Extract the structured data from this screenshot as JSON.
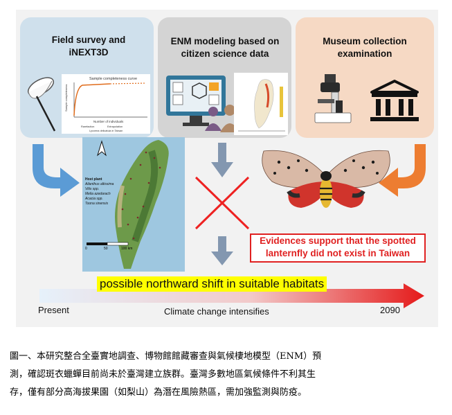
{
  "boxes": {
    "field": {
      "title": "Field survey and iNEXT3D"
    },
    "enm": {
      "title": "ENM modeling based on citizen science data"
    },
    "museum": {
      "title": "Museum collection examination"
    }
  },
  "curve_plot": {
    "title": "Sample completeness curve",
    "xlabel": "Number of individuals",
    "ylabel": "Sample completeness",
    "legend": [
      "Rarefaction",
      "Extrapolation",
      "Lycorma delicatula in Taiwan"
    ]
  },
  "map": {
    "legend_title": "Host plant",
    "legend_items": [
      "Ailanthus altissima",
      "Vitis spp.",
      "Melia azedarach",
      "Acacia spp.",
      "Toona sinensis"
    ],
    "scale_labels": [
      "0",
      "50",
      "100 km"
    ]
  },
  "evidence": {
    "line1": "Evidences support that the spotted",
    "line2": "lanternfly did not exist in Taiwan"
  },
  "shift_text": "possible northward shift in suitable habitats",
  "timeline": {
    "start": "Present",
    "middle": "Climate change intensifies",
    "end": "2090"
  },
  "caption": {
    "line1": "圖一、本研究整合全臺實地調查、博物館館藏審查與氣候棲地模型（ENM）預",
    "line2": "測，確認斑衣蠟蟬目前尚未於臺灣建立族群。臺灣多數地區氣候條件不利其生",
    "line3": "存，僅有部分高海拔果園（如梨山）為潛在風險熱區，需加強監測與防疫。"
  },
  "colors": {
    "field_box": "#cfe0ec",
    "enm_box": "#d4d4d4",
    "museum_box": "#f6d9c4",
    "left_arrow": "#5b9bd5",
    "mid_arrow": "#8397b0",
    "right_arrow": "#ed7d31",
    "cross": "#ee2222",
    "timeline_end": "#e51a1a"
  }
}
